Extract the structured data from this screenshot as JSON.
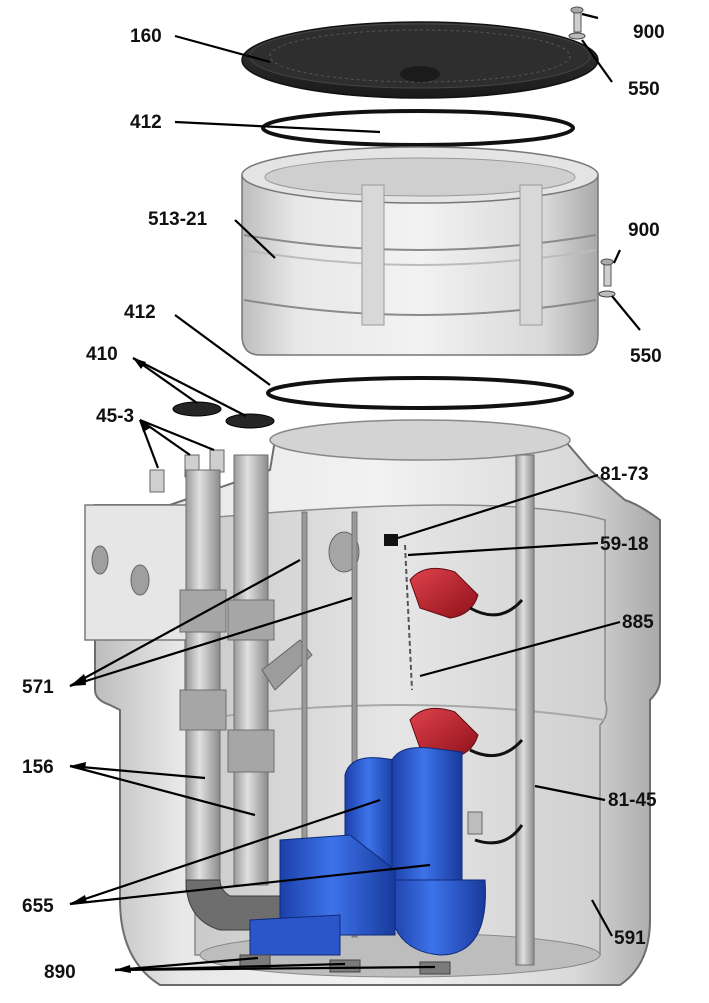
{
  "labels": {
    "cover": "160",
    "seal_top": "412",
    "extension": "513-21",
    "seal_mid": "412",
    "screw_top": "900",
    "washer_top": "550",
    "screw_mid": "900",
    "washer_mid": "550",
    "plugs": "410",
    "caps": "45-3",
    "holder": "81-73",
    "float_switch": "59-18",
    "chain": "885",
    "pipes": "571",
    "rod": "81-45",
    "discharge": "156",
    "pumps": "655",
    "tank": "591",
    "feet": "890"
  },
  "colors": {
    "pump_blue": "#2f5fd6",
    "float_red": "#c41e2a",
    "tank_grey": "#dcdcdc",
    "cover_black": "#2b2b2b"
  }
}
